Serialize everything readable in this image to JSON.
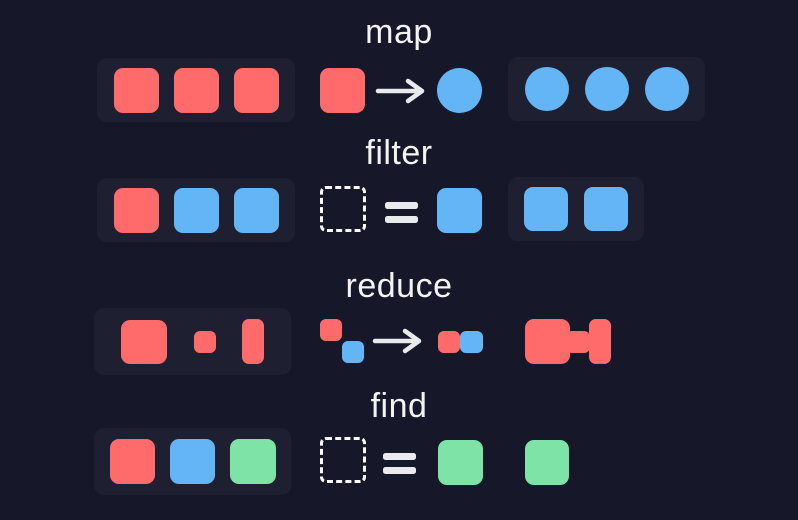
{
  "diagram": {
    "name": "array-methods-diagram",
    "rows": [
      {
        "label": "map",
        "operator_icon": "arrow-right",
        "operand": "red-square",
        "result": "blue-circle",
        "input_shapes": [
          "red-square",
          "red-square",
          "red-square"
        ],
        "output_shapes": [
          "blue-circle",
          "blue-circle",
          "blue-circle"
        ]
      },
      {
        "label": "filter",
        "operator_icon": "equals",
        "operand": "empty-dashed-square",
        "result": "blue-square",
        "input_shapes": [
          "red-square",
          "blue-square",
          "blue-square"
        ],
        "output_shapes": [
          "blue-square-sm",
          "blue-square-sm"
        ]
      },
      {
        "label": "reduce",
        "operator_icon": "arrow-right",
        "operand": "red-mini-square + blue-mini-square stacked diagonally",
        "result": "red-mini-square + blue-mini-square joined",
        "input_shapes": [
          "red-big-square",
          "red-small-square",
          "red-tall-rect"
        ],
        "output_shapes": [
          "red-merged-shape (big square + bridge + tall rect)"
        ]
      },
      {
        "label": "find",
        "operator_icon": "equals",
        "operand": "empty-dashed-square",
        "result": "green-square",
        "input_shapes": [
          "red-square",
          "blue-square",
          "green-square"
        ],
        "output_shapes": [
          "green-square-sm"
        ]
      }
    ]
  },
  "colors": {
    "background": "#161728",
    "tray": "#1e1f31",
    "red": "#ff6b6b",
    "blue": "#64b5f6",
    "green": "#7de3a6",
    "text": "#f4f4f6",
    "operator": "#e9eaee"
  }
}
